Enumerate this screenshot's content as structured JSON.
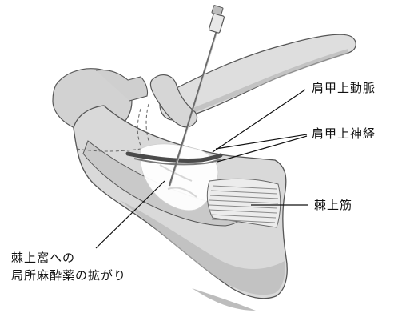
{
  "labels": {
    "artery": "肩甲上動脈",
    "nerve": "肩甲上神経",
    "muscle": "棘上筋",
    "spread_line1": "棘上窩への",
    "spread_line2": "局所麻酔薬の拡がり"
  },
  "colors": {
    "bone_fill": "#d9d9d9",
    "bone_shadow": "#a9a9a9",
    "outline": "#555555",
    "nerve": "#4a4a4a",
    "anesthetic": "#ffffff",
    "needle": "#6a6a6a"
  }
}
